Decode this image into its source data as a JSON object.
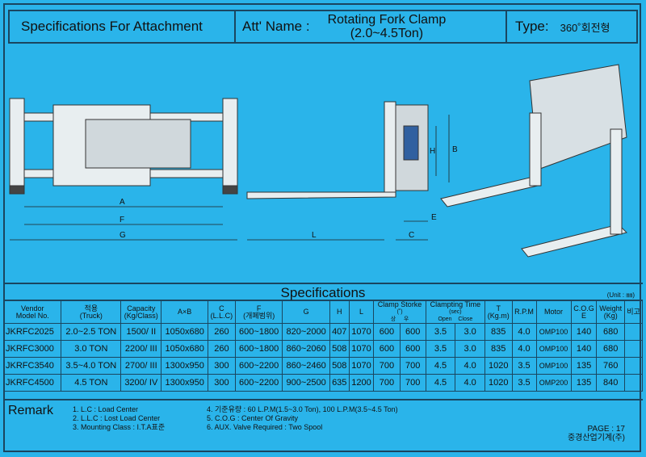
{
  "header": {
    "title": "Specifications For Attachment",
    "att_label": "Att' Name :",
    "att_name_line1": "Rotating Fork Clamp",
    "att_name_line2": "(2.0~4.5Ton)",
    "type_label": "Type:",
    "type_value": "360˚회전형"
  },
  "drawing_labels": {
    "A": "A",
    "F": "F",
    "G": "G",
    "L": "L",
    "C": "C",
    "E": "E",
    "H": "H",
    "B": "B"
  },
  "specs": {
    "title": "Specifications",
    "unit": "(Unit : ㎜)",
    "headers": {
      "model_top": "Vendor",
      "model_bot": "Model No.",
      "truck_top": "적용",
      "truck_bot": "(Truck)",
      "cap_top": "Capacity",
      "cap_bot": "(Kg/Class)",
      "axb": "A×B",
      "c_top": "C",
      "c_bot": "(L.L.C)",
      "f_top": "F",
      "f_bot": "(개폐범위)",
      "g": "G",
      "h": "H",
      "l": "L",
      "stroke_top": "Clamp Storke",
      "stroke_mid": "(˚)",
      "stroke_a": "상",
      "stroke_b": "우",
      "time_top": "Clampting Time",
      "time_mid": "(sec)",
      "time_open": "Open",
      "time_close": "Close",
      "t_top": "T",
      "t_bot": "(Kg.m)",
      "rpm": "R.P.M",
      "motor": "Motor",
      "cog_top": "C.O.G",
      "cog_bot": "E",
      "weight_top": "Weight",
      "weight_bot": "(Kg)",
      "remark": "비고"
    },
    "rows": [
      {
        "model": "JKRFC2025",
        "truck": "2.0~2.5 TON",
        "cap": "1500/ II",
        "axb": "1050x680",
        "c": "260",
        "f": "600~1800",
        "g": "820~2000",
        "h": "407",
        "l": "1070",
        "s1": "600",
        "s2": "600",
        "open": "3.5",
        "close": "3.0",
        "t": "835",
        "rpm": "4.0",
        "motor": "OMP100",
        "e": "140",
        "w": "680"
      },
      {
        "model": "JKRFC3000",
        "truck": "3.0 TON",
        "cap": "2200/ III",
        "axb": "1050x680",
        "c": "260",
        "f": "600~1800",
        "g": "860~2060",
        "h": "508",
        "l": "1070",
        "s1": "600",
        "s2": "600",
        "open": "3.5",
        "close": "3.0",
        "t": "835",
        "rpm": "4.0",
        "motor": "OMP100",
        "e": "140",
        "w": "680"
      },
      {
        "model": "JKRFC3540",
        "truck": "3.5~4.0 TON",
        "cap": "2700/ III",
        "axb": "1300x950",
        "c": "300",
        "f": "600~2200",
        "g": "860~2460",
        "h": "508",
        "l": "1070",
        "s1": "700",
        "s2": "700",
        "open": "4.5",
        "close": "4.0",
        "t": "1020",
        "rpm": "3.5",
        "motor": "OMP100",
        "e": "135",
        "w": "760"
      },
      {
        "model": "JKRFC4500",
        "truck": "4.5 TON",
        "cap": "3200/ IV",
        "axb": "1300x950",
        "c": "300",
        "f": "600~2200",
        "g": "900~2500",
        "h": "635",
        "l": "1200",
        "s1": "700",
        "s2": "700",
        "open": "4.5",
        "close": "4.0",
        "t": "1020",
        "rpm": "3.5",
        "motor": "OMP200",
        "e": "135",
        "w": "840"
      }
    ]
  },
  "remark": {
    "title": "Remark",
    "col1": [
      "1. L.C : Load Center",
      "2. L.L.C : Lost Load Center",
      "3. Mounting Class : I.T.A표준"
    ],
    "col2": [
      "4. 기준유량 : 60 L.P.M(1.5~3.0 Ton), 100 L.P.M(3.5~4.5 Ton)",
      "5. C.O.G : Center Of Gravity",
      "6. AUX. Valve Required : Two Spool"
    ],
    "page": "PAGE : 17",
    "company": "중경산업기계(주)"
  }
}
